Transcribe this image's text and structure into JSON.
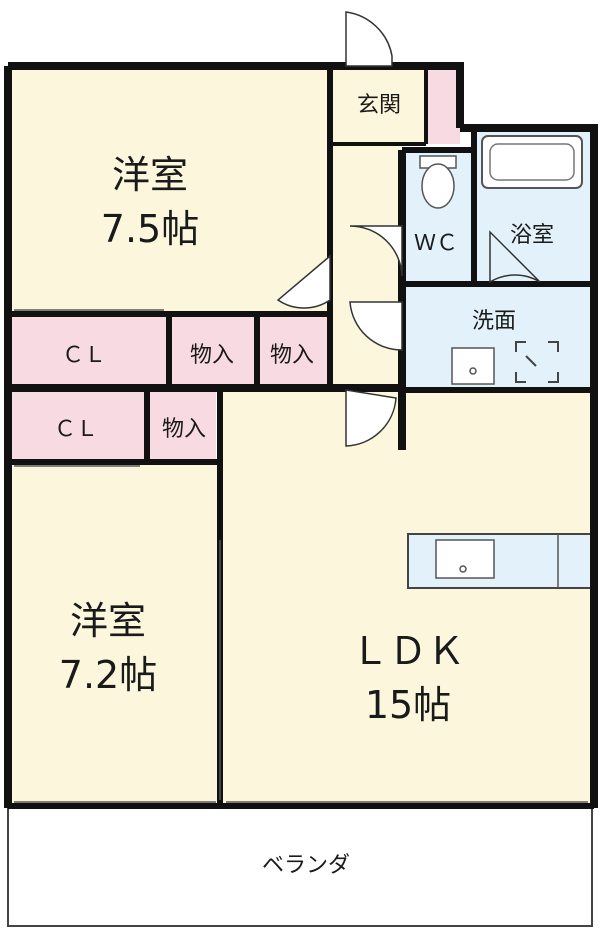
{
  "colors": {
    "room": "#fbf6dc",
    "closet": "#f8dbe2",
    "wet": "#e3f1fa",
    "wall": "#111111",
    "balcony": "#ffffff",
    "kitchen": "#e3f1fa"
  },
  "rooms": {
    "western1": {
      "name": "洋室",
      "size": "7.5帖"
    },
    "western2": {
      "name": "洋室",
      "size": "7.2帖"
    },
    "ldk": {
      "name": "ＬＤＫ",
      "size": "15帖"
    },
    "entrance": {
      "name": "玄関"
    },
    "wc": {
      "name": "ＷＣ"
    },
    "bath": {
      "name": "浴室"
    },
    "washroom": {
      "name": "洗面"
    },
    "balcony": {
      "name": "ベランダ"
    }
  },
  "storage": {
    "cl_upper": "ＣＬ",
    "cl_lower": "ＣＬ",
    "storage1": "物入",
    "storage2": "物入",
    "storage3": "物入"
  }
}
